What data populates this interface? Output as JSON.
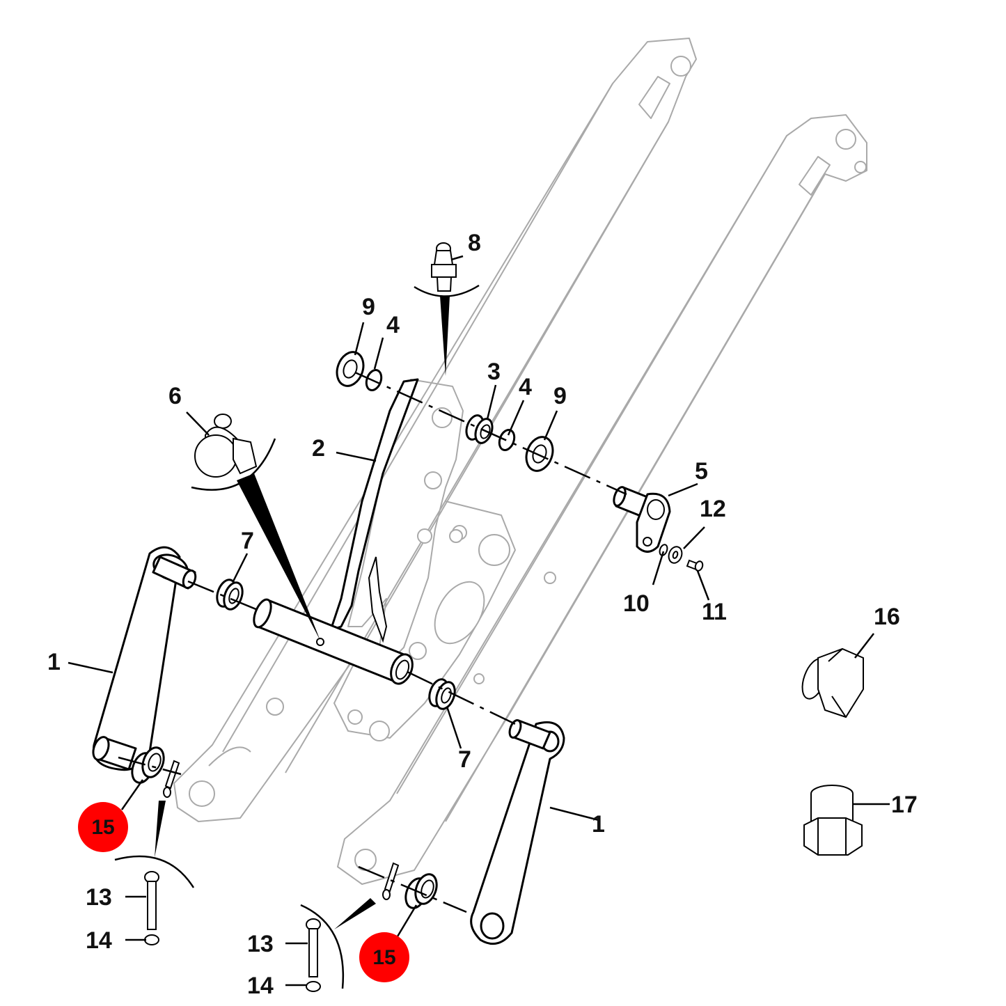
{
  "colors": {
    "highlight": "#ff0000",
    "line": "#000000",
    "ghost": "#a9a9a9",
    "background": "#ffffff"
  },
  "callouts": [
    {
      "id": "c1a",
      "text": "1",
      "highlight": false
    },
    {
      "id": "c1b",
      "text": "1",
      "highlight": false
    },
    {
      "id": "c2",
      "text": "2",
      "highlight": false
    },
    {
      "id": "c3",
      "text": "3",
      "highlight": false
    },
    {
      "id": "c4a",
      "text": "4",
      "highlight": false
    },
    {
      "id": "c4b",
      "text": "4",
      "highlight": false
    },
    {
      "id": "c5",
      "text": "5",
      "highlight": false
    },
    {
      "id": "c6",
      "text": "6",
      "highlight": false
    },
    {
      "id": "c7a",
      "text": "7",
      "highlight": false
    },
    {
      "id": "c7b",
      "text": "7",
      "highlight": false
    },
    {
      "id": "c8",
      "text": "8",
      "highlight": false
    },
    {
      "id": "c9a",
      "text": "9",
      "highlight": false
    },
    {
      "id": "c9b",
      "text": "9",
      "highlight": false
    },
    {
      "id": "c10",
      "text": "10",
      "highlight": false
    },
    {
      "id": "c11",
      "text": "11",
      "highlight": false
    },
    {
      "id": "c12",
      "text": "12",
      "highlight": false
    },
    {
      "id": "c13a",
      "text": "13",
      "highlight": false
    },
    {
      "id": "c13b",
      "text": "13",
      "highlight": false
    },
    {
      "id": "c14a",
      "text": "14",
      "highlight": false
    },
    {
      "id": "c14b",
      "text": "14",
      "highlight": false
    },
    {
      "id": "c15a",
      "text": "15",
      "highlight": true
    },
    {
      "id": "c15b",
      "text": "15",
      "highlight": true
    },
    {
      "id": "c16",
      "text": "16",
      "highlight": false
    },
    {
      "id": "c17",
      "text": "17",
      "highlight": false
    }
  ]
}
